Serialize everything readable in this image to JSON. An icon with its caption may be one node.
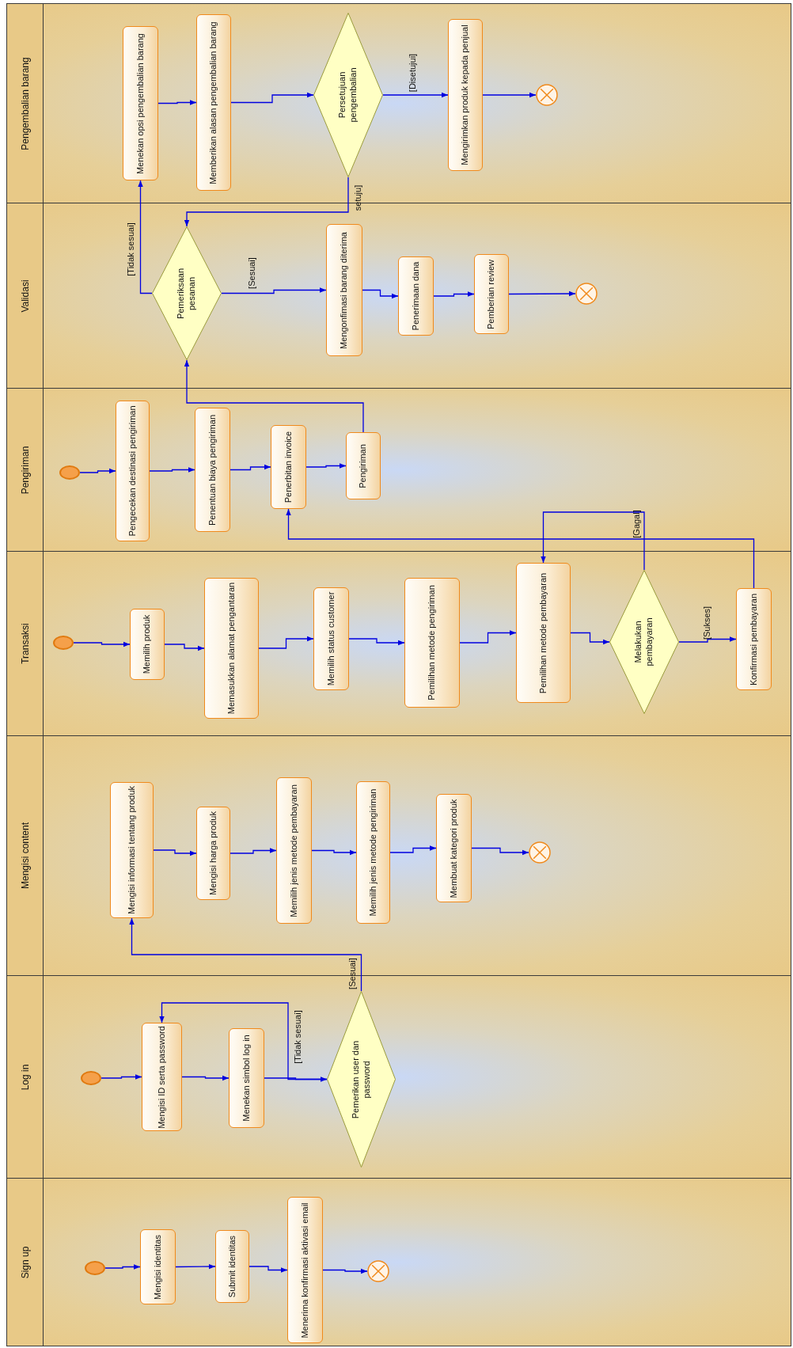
{
  "diagram": {
    "nodes": [
      {
        "text": [
          "Pengembalian barang"
        ]
      },
      {
        "text": [
          "Menekan opsi pengembalian barang"
        ],
        "in": 0
      },
      {
        "text": [
          "Memberikan alasan pengembalian barang"
        ],
        "in": 0
      },
      {
        "text": [
          "Persetujuan pengembalian"
        ],
        "in": 0
      },
      {
        "text": [
          "Mengirimkan produk kepada penjual"
        ],
        "in": 0
      },
      {
        "text": [],
        "shape": "circle",
        "in": 0
      },
      {
        "text": [
          "Validasi"
        ]
      },
      {
        "text": [
          "Pemeriksaan pesanan"
        ],
        "in": 6
      },
      {
        "text": [
          "Mengonfimasi barang diterima"
        ],
        "in": 6
      },
      {
        "text": [
          "Penerimaan dana"
        ],
        "in": 6
      },
      {
        "text": [
          "Pemberian review"
        ],
        "in": 6
      },
      {
        "text": [],
        "shape": "circle",
        "in": 6
      },
      {
        "text": [
          "Pengiriman"
        ]
      },
      {
        "text": [],
        "shape": "circle",
        "in": 12
      },
      {
        "text": [
          "Pengecekan destinasi pengiriman"
        ],
        "in": 12
      },
      {
        "text": [
          "Penentuan biaya pengiriman"
        ],
        "in": 12
      },
      {
        "text": [
          "Penerbitan invoice"
        ],
        "in": 12
      },
      {
        "text": [
          "Pengiriman"
        ],
        "in": 12
      },
      {
        "text": [
          "Transaksi"
        ]
      },
      {
        "text": [],
        "shape": "circle",
        "in": 18
      },
      {
        "text": [
          "Memilih produk"
        ],
        "in": 18
      },
      {
        "text": [
          "Memasukkan alamat pengantaran"
        ],
        "in": 18
      },
      {
        "text": [
          "Memilih status customer"
        ],
        "in": 18
      },
      {
        "text": [
          "Pemilihan metode pengiriman"
        ],
        "in": 18
      },
      {
        "text": [
          "Pemilihan metode pembayaran"
        ],
        "in": 18
      },
      {
        "text": [
          "Melakukan pembayaran"
        ],
        "in": 18
      },
      {
        "text": [
          "Konfirmasi pembayaran"
        ],
        "in": 18
      },
      {
        "text": [
          "Mengisi content"
        ]
      },
      {
        "text": [
          "Mengisi informasi tentang produk"
        ],
        "in": 27
      },
      {
        "text": [
          "Mengisi harga produk"
        ],
        "in": 27
      },
      {
        "text": [
          "Memilih jenis metode pembayaran"
        ],
        "in": 27
      },
      {
        "text": [
          "Memilih jenis metode pengiriman"
        ],
        "in": 27
      },
      {
        "text": [
          "Membuat kategori produk"
        ],
        "in": 27
      },
      {
        "text": [],
        "shape": "circle",
        "in": 27
      },
      {
        "text": [
          "Log in"
        ]
      },
      {
        "text": [],
        "shape": "circle",
        "in": 34
      },
      {
        "text": [
          "Mengisi ID serta password"
        ],
        "in": 34
      },
      {
        "text": [
          "Menekan simbol log in"
        ],
        "in": 34
      },
      {
        "text": [
          "Pemerikan user dan password"
        ],
        "in": 34
      },
      {
        "text": [
          "Sign up"
        ]
      },
      {
        "text": [],
        "shape": "circle",
        "in": 39
      },
      {
        "text": [
          "Mengisi identitas"
        ],
        "in": 39
      },
      {
        "text": [
          "Submit identitas"
        ],
        "in": 39
      },
      {
        "text": [
          "Menerima konfirmasi aktivasi email"
        ],
        "in": 39
      },
      {
        "text": [],
        "shape": "circle",
        "in": 39
      }
    ],
    "edges": [
      {
        "from": 1,
        "to": 2,
        "arrow": "to"
      },
      {
        "from": 2,
        "to": 3,
        "arrow": "to"
      },
      {
        "from": 3,
        "to": 4,
        "arrow": "to",
        "label": "[Disetujui]"
      },
      {
        "from": 4,
        "to": 5,
        "arrow": "to"
      },
      {
        "from": 3,
        "to": 7,
        "arrow": "to",
        "label": "setuju]"
      },
      {
        "from": 7,
        "to": 1,
        "arrow": "to",
        "label": "[Tidak sesuai]"
      },
      {
        "from": 7,
        "to": 8,
        "arrow": "to",
        "label": "[Sesuai]"
      },
      {
        "from": 8,
        "to": 9,
        "arrow": "to"
      },
      {
        "from": 9,
        "to": 10,
        "arrow": "to"
      },
      {
        "from": 10,
        "to": 11,
        "arrow": "to"
      },
      {
        "from": 13,
        "to": 14,
        "arrow": "to"
      },
      {
        "from": 14,
        "to": 15,
        "arrow": "to"
      },
      {
        "from": 15,
        "to": 16,
        "arrow": "to"
      },
      {
        "from": 16,
        "to": 17,
        "arrow": "to"
      },
      {
        "from": 17,
        "to": 7,
        "arrow": "to"
      },
      {
        "from": 19,
        "to": 20,
        "arrow": "to"
      },
      {
        "from": 20,
        "to": 21,
        "arrow": "to"
      },
      {
        "from": 21,
        "to": 22,
        "arrow": "to"
      },
      {
        "from": 22,
        "to": 23,
        "arrow": "to"
      },
      {
        "from": 23,
        "to": 24,
        "arrow": "to"
      },
      {
        "from": 24,
        "to": 25,
        "arrow": "to"
      },
      {
        "from": 25,
        "to": 26,
        "arrow": "to",
        "label": "[Sukses]"
      },
      {
        "from": 25,
        "to": 24,
        "arrow": "to",
        "label": "[Gagal]"
      },
      {
        "from": 26,
        "to": 16,
        "arrow": "to"
      },
      {
        "from": 28,
        "to": 29,
        "arrow": "to"
      },
      {
        "from": 29,
        "to": 30,
        "arrow": "to"
      },
      {
        "from": 30,
        "to": 31,
        "arrow": "to"
      },
      {
        "from": 31,
        "to": 32,
        "arrow": "to"
      },
      {
        "from": 32,
        "to": 33,
        "arrow": "to"
      },
      {
        "from": 35,
        "to": 36,
        "arrow": "to"
      },
      {
        "from": 36,
        "to": 37,
        "arrow": "to"
      },
      {
        "from": 37,
        "to": 38,
        "arrow": "to"
      },
      {
        "from": 38,
        "to": 36,
        "arrow": "to",
        "label": "[Tidak sesuai]"
      },
      {
        "from": 38,
        "to": 28,
        "arrow": "to",
        "label": "[Sesuai]"
      },
      {
        "from": 40,
        "to": 41,
        "arrow": "to"
      },
      {
        "from": 41,
        "to": 42,
        "arrow": "to"
      },
      {
        "from": 42,
        "to": 43,
        "arrow": "to"
      },
      {
        "from": 43,
        "to": 44,
        "arrow": "to"
      }
    ]
  }
}
